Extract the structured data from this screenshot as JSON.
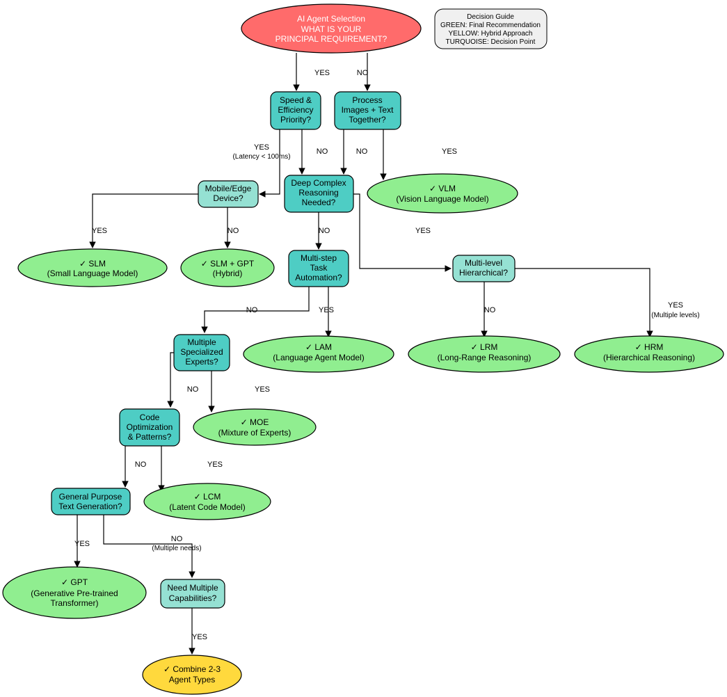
{
  "colors": {
    "start": "#ff6b6b",
    "decision_teal": "#4ecdc4",
    "decision_light": "#95e1d3",
    "result_green": "#90ee90",
    "result_yellow": "#ffd93d",
    "legend_bg": "#f0f0f0",
    "stroke": "#000000"
  },
  "start": {
    "line1": "AI Agent Selection",
    "line2": "WHAT IS YOUR",
    "line3": "PRINCIPAL REQUIREMENT?"
  },
  "legend": {
    "title": "Decision Guide",
    "line1": "GREEN: Final Recommendation",
    "line2": "YELLOW: Hybrid Approach",
    "line3": "TURQUOISE: Decision Point"
  },
  "decisions": {
    "speed": {
      "l1": "Speed &",
      "l2": "Efficiency",
      "l3": "Priority?"
    },
    "vision": {
      "l1": "Process",
      "l2": "Images + Text",
      "l3": "Together?"
    },
    "mobile": {
      "l1": "Mobile/Edge",
      "l2": "Device?"
    },
    "deep": {
      "l1": "Deep Complex",
      "l2": "Reasoning",
      "l3": "Needed?"
    },
    "multistep": {
      "l1": "Multi-step",
      "l2": "Task",
      "l3": "Automation?"
    },
    "hier": {
      "l1": "Multi-level",
      "l2": "Hierarchical?"
    },
    "experts": {
      "l1": "Multiple",
      "l2": "Specialized",
      "l3": "Experts?"
    },
    "code": {
      "l1": "Code",
      "l2": "Optimization",
      "l3": "& Patterns?"
    },
    "general": {
      "l1": "General Purpose",
      "l2": "Text Generation?"
    },
    "multi": {
      "l1": "Need Multiple",
      "l2": "Capabilities?"
    }
  },
  "results": {
    "vlm": {
      "l1": "✓ VLM",
      "l2": "(Vision Language Model)"
    },
    "slm": {
      "l1": "✓ SLM",
      "l2": "(Small Language Model)"
    },
    "slm_gpt": {
      "l1": "✓ SLM + GPT",
      "l2": "(Hybrid)"
    },
    "lam": {
      "l1": "✓ LAM",
      "l2": "(Language Agent Model)"
    },
    "lrm": {
      "l1": "✓ LRM",
      "l2": "(Long-Range Reasoning)"
    },
    "hrm": {
      "l1": "✓ HRM",
      "l2": "(Hierarchical Reasoning)"
    },
    "moe": {
      "l1": "✓ MOE",
      "l2": "(Mixture of Experts)"
    },
    "lcm": {
      "l1": "✓ LCM",
      "l2": "(Latent Code Model)"
    },
    "gpt": {
      "l1": "✓ GPT",
      "l2": "(Generative Pre-trained",
      "l3": "Transformer)"
    },
    "combine": {
      "l1": "✓ Combine 2-3",
      "l2": "Agent Types"
    }
  },
  "edge_labels": {
    "start_yes": "YES",
    "start_no": "NO",
    "speed_yes": "YES",
    "speed_yes_note": "(Latency < 100ms)",
    "speed_no": "NO",
    "vision_no": "NO",
    "vision_yes": "YES",
    "mobile_yes": "YES",
    "mobile_no": "NO",
    "deep_no": "NO",
    "deep_yes": "YES",
    "multistep_no": "NO",
    "multistep_yes": "YES",
    "hier_no": "NO",
    "hier_yes": "YES",
    "hier_yes_note": "(Multiple levels)",
    "experts_no": "NO",
    "experts_yes": "YES",
    "code_no": "NO",
    "code_yes": "YES",
    "general_yes": "YES",
    "general_no": "NO",
    "general_no_note": "(Multiple needs)",
    "multi_yes": "YES"
  }
}
